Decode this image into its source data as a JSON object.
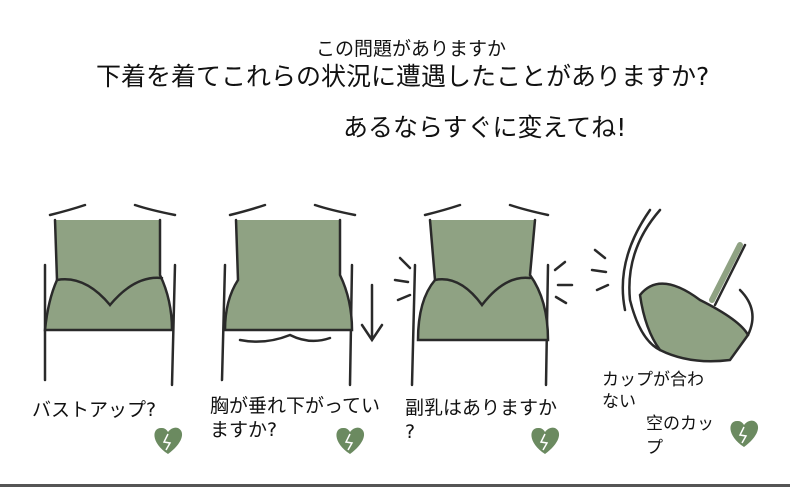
{
  "header": {
    "subtitle": "この問題がありますか",
    "title": "下着を着てこれらの状況に遭遇したことがありますか?",
    "call_to_action": "あるならすぐに変えてね!"
  },
  "problems": [
    {
      "label": "バストアップ?",
      "icon": "broken-heart-icon"
    },
    {
      "label": "胸が垂れ下がってい",
      "label2": "ますか?",
      "icon": "broken-heart-icon"
    },
    {
      "label": "副乳はありますか",
      "label2": "?",
      "icon": "broken-heart-icon"
    },
    {
      "label": "カップが合わ",
      "label2": "ない",
      "icon": "broken-heart-icon"
    }
  ],
  "extra_label": {
    "line1": "空のカッ",
    "line2": "プ"
  },
  "colors": {
    "bra": "#8fa283",
    "outline": "#2a2a2a",
    "heart": "#6b8a60"
  }
}
